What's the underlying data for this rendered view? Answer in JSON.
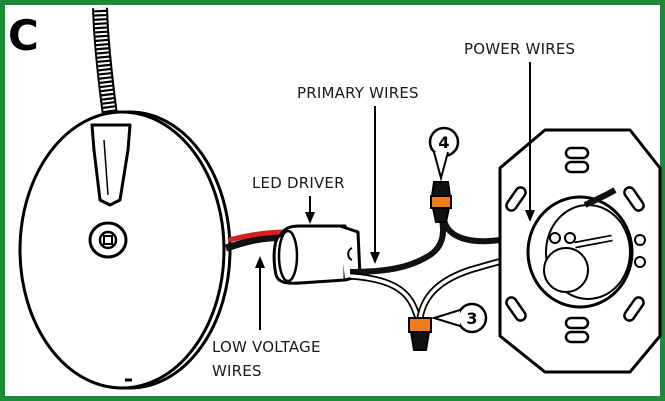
{
  "panel": {
    "letter": "C",
    "border_color": "#1e8a3a"
  },
  "labels": {
    "power_wires": "POWER WIRES",
    "primary_wires": "PRIMARY WIRES",
    "led_driver": "LED DRIVER",
    "low_voltage_line1": "LOW VOLTAGE",
    "low_voltage_line2": "WIRES"
  },
  "steps": {
    "step_4": "4",
    "step_3": "3"
  },
  "colors": {
    "wire_red": "#d42020",
    "wire_black": "#111111",
    "connector_orange": "#f07d1a",
    "outline": "#000000"
  }
}
